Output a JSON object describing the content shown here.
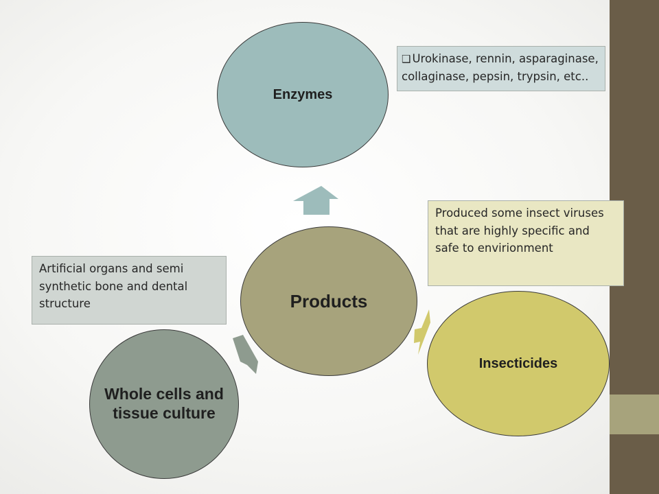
{
  "nodes": {
    "center": "Products",
    "top": "Enzymes",
    "right": "Insecticides",
    "left": "Whole cells and tissue culture"
  },
  "notes": {
    "enzymes_bullet": "❑",
    "enzymes": "Urokinase, rennin, asparaginase, collaginase, pepsin, trypsin, etc..",
    "insecticides": "Produced some insect viruses that are highly specific and safe to envirionment",
    "whole_cells": "Artificial organs and semi synthetic bone and dental structure"
  },
  "colors": {
    "enzymes": "#9dbcbb",
    "products": "#a7a37c",
    "insecticides": "#d1c96c",
    "whole_cells": "#8e9b8f",
    "sidebar": "#6a5d48"
  }
}
